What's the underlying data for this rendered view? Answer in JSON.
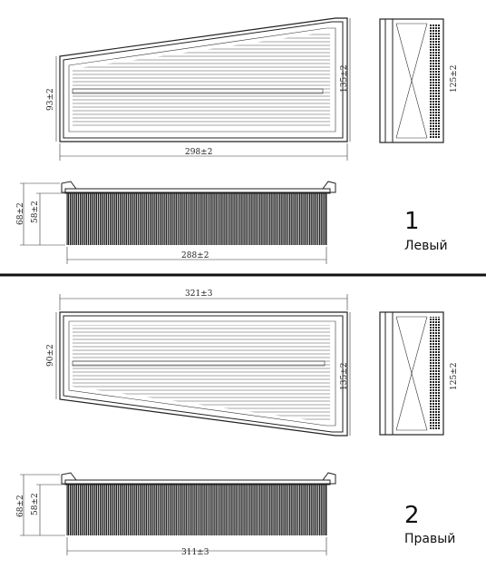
{
  "variants": [
    {
      "number": "1",
      "label": "Левый",
      "dims": {
        "top_width": "298±2",
        "left_height": "93±2",
        "right_height": "135±2",
        "side_height": "125±2",
        "bottom_width": "288±2",
        "outer_height": "68±2",
        "inner_height": "58±2"
      }
    },
    {
      "number": "2",
      "label": "Правый",
      "dims": {
        "top_width": "321±3",
        "left_height": "90±2",
        "right_height": "135±2",
        "side_height": "125±2",
        "bottom_width": "311±3",
        "outer_height": "68±2",
        "inner_height": "58±2"
      }
    }
  ],
  "colors": {
    "line": "#222222",
    "pleat": "#1a1a1a",
    "background": "#ffffff"
  }
}
